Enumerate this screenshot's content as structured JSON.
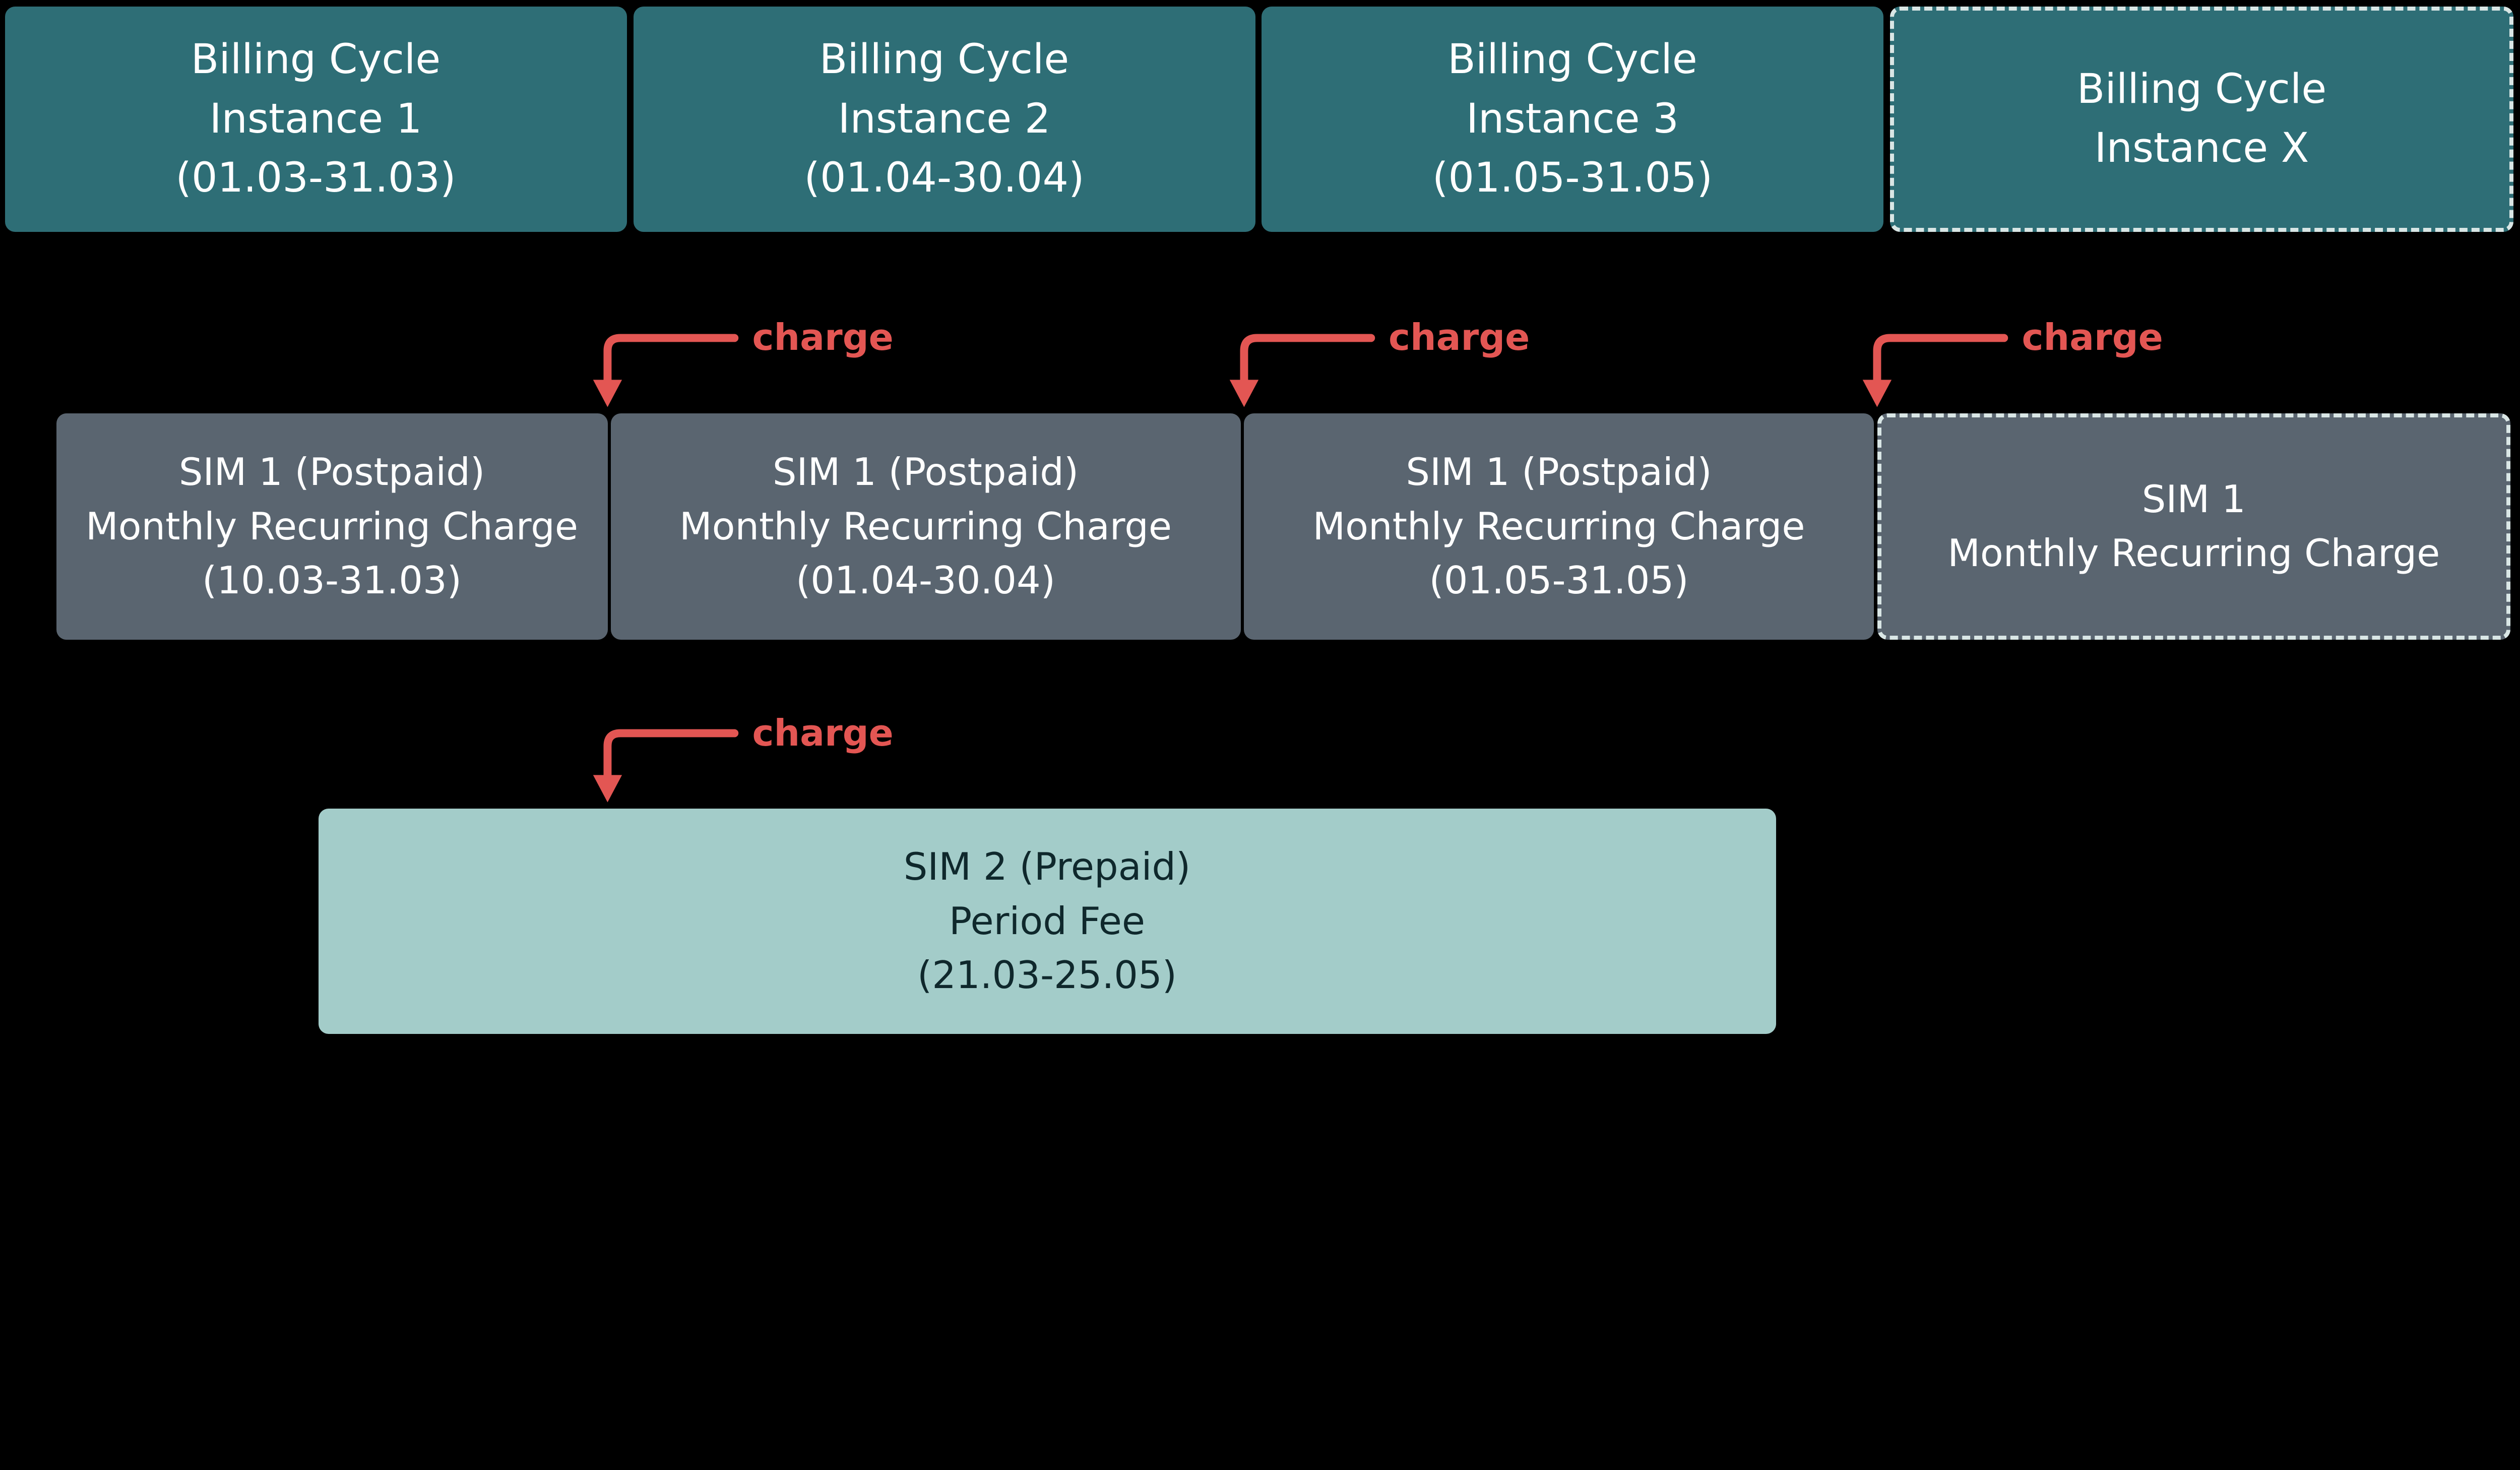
{
  "colors": {
    "background": "#000000",
    "billing_box": "#2E6E76",
    "sim_postpaid_box": "#5A6570",
    "sim_prepaid_box": "#A3CCC9",
    "charge_red": "#E35653",
    "text_light": "#FFFFFF",
    "text_dark": "#0F282C",
    "dashed_border": "#D9E6E5"
  },
  "charge_label": "charge",
  "billing_row": [
    {
      "lines": [
        "Billing Cycle",
        "Instance 1",
        "(01.03-31.03)"
      ],
      "dashed": false
    },
    {
      "lines": [
        "Billing Cycle",
        "Instance 2",
        "(01.04-30.04)"
      ],
      "dashed": false
    },
    {
      "lines": [
        "Billing Cycle",
        "Instance 3",
        "(01.05-31.05)"
      ],
      "dashed": false
    },
    {
      "lines": [
        "Billing Cycle",
        "Instance X"
      ],
      "dashed": true
    }
  ],
  "sim1_row": [
    {
      "lines": [
        "SIM 1 (Postpaid)",
        "Monthly Recurring Charge",
        "(10.03-31.03)"
      ],
      "dashed": false
    },
    {
      "lines": [
        "SIM 1 (Postpaid)",
        "Monthly Recurring Charge",
        "(01.04-30.04)"
      ],
      "dashed": false
    },
    {
      "lines": [
        "SIM 1 (Postpaid)",
        "Monthly Recurring Charge",
        "(01.05-31.05)"
      ],
      "dashed": false
    },
    {
      "lines": [
        "SIM 1",
        "Monthly Recurring Charge"
      ],
      "dashed": true
    }
  ],
  "sim2_box": {
    "lines": [
      "SIM 2 (Prepaid)",
      "Period Fee",
      "(21.03-25.05)"
    ]
  }
}
